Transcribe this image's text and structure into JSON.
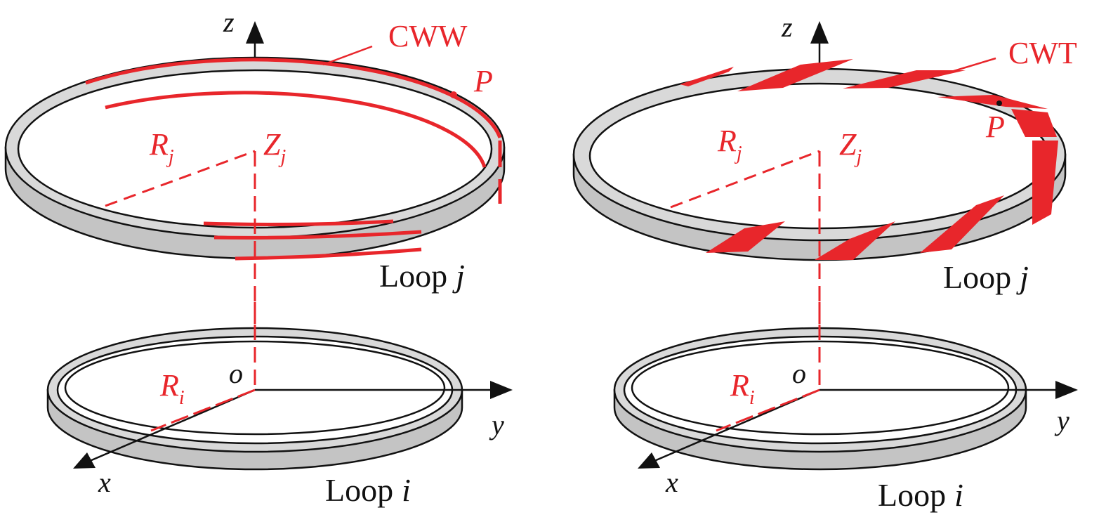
{
  "colors": {
    "accent_red": "#e8262b",
    "ring_fill": "#d9d9d9",
    "ring_side": "#c4c4c4",
    "outline": "#111111"
  },
  "left_panel": {
    "axis_z": "z",
    "axis_x": "x",
    "axis_y": "y",
    "origin": "o",
    "winding_label": "CWW",
    "point_label": "P",
    "radius_j_base": "R",
    "radius_j_sub": "j",
    "height_j_base": "Z",
    "height_j_sub": "j",
    "radius_i_base": "R",
    "radius_i_sub": "i",
    "loop_j_word": "Loop",
    "loop_j_index": "j",
    "loop_i_word": "Loop",
    "loop_i_index": "i"
  },
  "right_panel": {
    "axis_z": "z",
    "axis_x": "x",
    "axis_y": "y",
    "origin": "o",
    "winding_label": "CWT",
    "point_label": "P",
    "radius_j_base": "R",
    "radius_j_sub": "j",
    "height_j_base": "Z",
    "height_j_sub": "j",
    "radius_i_base": "R",
    "radius_i_sub": "i",
    "loop_j_word": "Loop",
    "loop_j_index": "j",
    "loop_i_word": "Loop",
    "loop_i_index": "i"
  }
}
